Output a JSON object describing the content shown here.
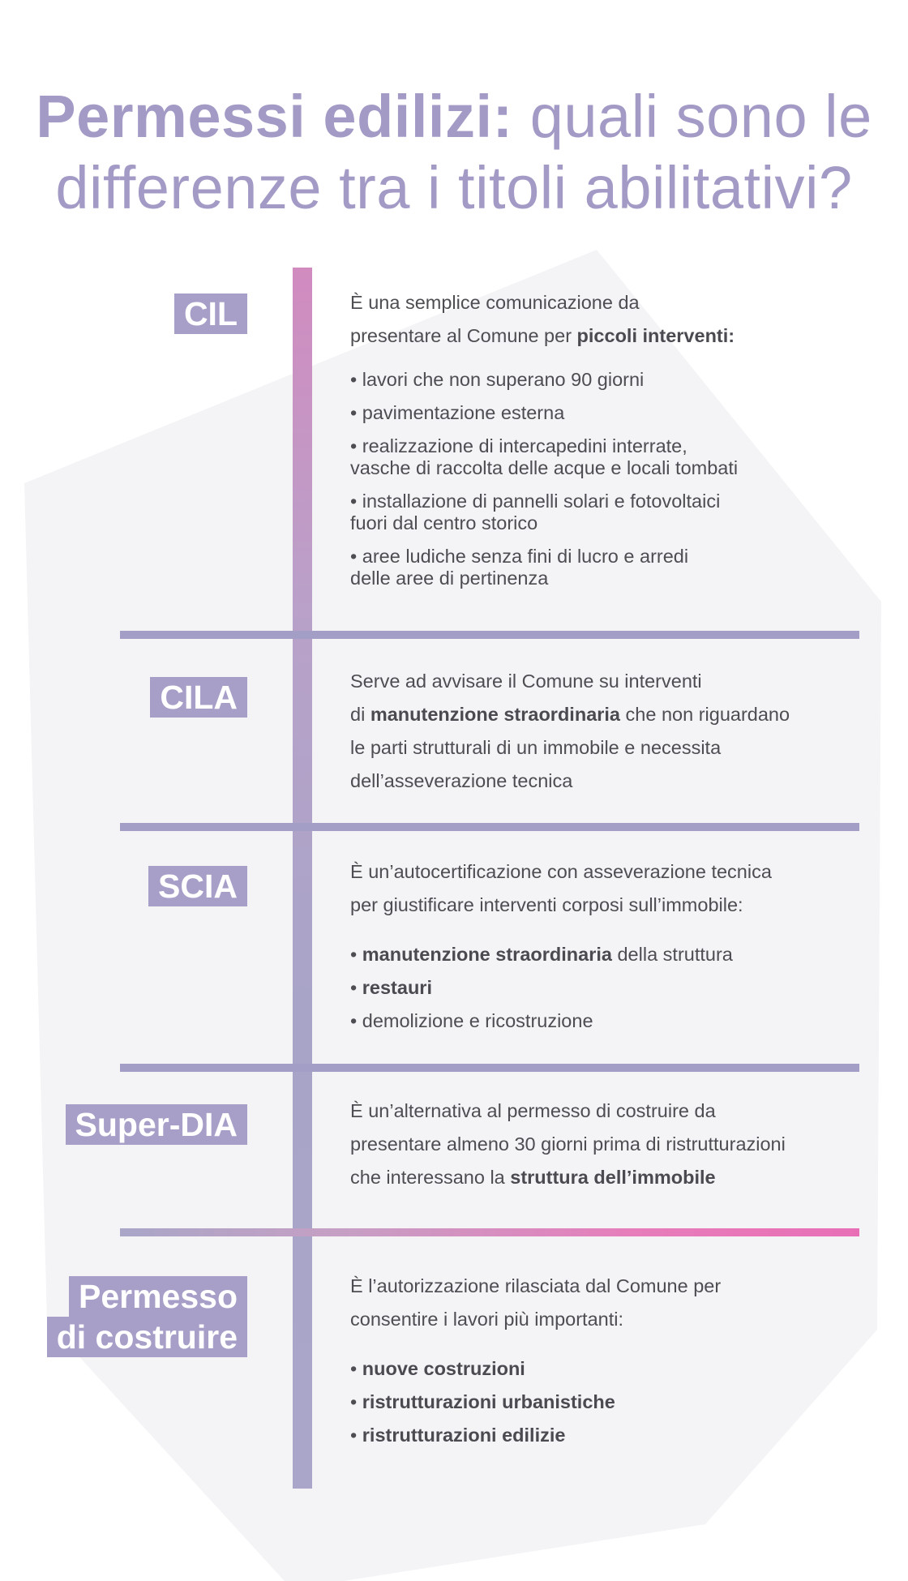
{
  "title": {
    "bold": "Permessi edilizi:",
    "light_1": " quali sono le",
    "line2": "differenze tra i titoli abilitativi?"
  },
  "colors": {
    "accent_purple": "#a89fc9",
    "accent_pink": "#e86fb6",
    "text": "#4d4d52",
    "background_shape": "#f4f4f7"
  },
  "sections": {
    "cil": {
      "label": "CIL",
      "intro_1": "È una semplice comunicazione da",
      "intro_2a": "presentare al Comune per ",
      "intro_2b": "piccoli interventi:",
      "items": [
        [
          "• lavori che non superano 90 giorni"
        ],
        [
          "• pavimentazione esterna"
        ],
        [
          "• realizzazione di intercapedini interrate,",
          "vasche di raccolta delle acque e locali tombati"
        ],
        [
          "• installazione di pannelli solari e fotovoltaici",
          "fuori dal centro storico"
        ],
        [
          "• aree ludiche senza fini di lucro e arredi",
          "delle aree di pertinenza"
        ]
      ]
    },
    "cila": {
      "label": "CILA",
      "line1": "Serve ad avvisare il Comune su interventi",
      "line2a": "di ",
      "line2b": "manutenzione straordinaria",
      "line2c": " che non riguardano",
      "line3": "le parti strutturali di un immobile e necessita",
      "line4": "dell’asseverazione tecnica"
    },
    "scia": {
      "label": "SCIA",
      "intro_1": "È un’autocertificazione con asseverazione tecnica",
      "intro_2": "per giustificare interventi corposi sull’immobile:",
      "item1_bold": "manutenzione straordinaria",
      "item1_rest": " della struttura",
      "item2_bold": "restauri",
      "item3": "demolizione e ricostruzione"
    },
    "superdia": {
      "label": "Super-DIA",
      "line1": "È un’alternativa al permesso di costruire da",
      "line2": "presentare almeno 30 giorni prima di ristrutturazioni",
      "line3a": "che interessano la ",
      "line3b": "struttura dell’immobile"
    },
    "permesso": {
      "label_1": "Permesso",
      "label_2": "di costruire",
      "intro_1": "È l’autorizzazione rilasciata dal Comune per",
      "intro_2": "consentire i lavori più importanti:",
      "items": [
        "nuove costruzioni",
        "ristrutturazioni urbanistiche",
        "ristrutturazioni edilizie"
      ]
    }
  }
}
